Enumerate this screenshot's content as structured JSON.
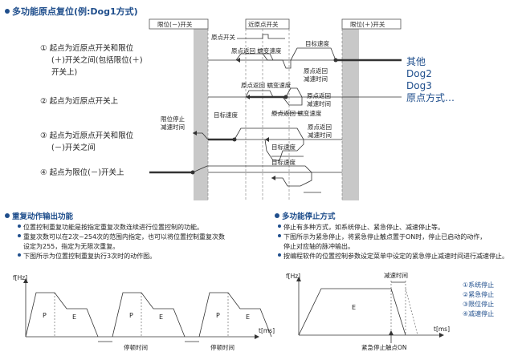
{
  "title": "多功能原点复位(例:Dog1方式)",
  "header_boxes": {
    "left_limit": "限位(－)开关",
    "near_origin": "近原点开关",
    "right_limit": "限位(＋)开关"
  },
  "diagram_labels": {
    "origin_switch": "原点开关",
    "origin_return_creep_1": "原点返回 蠕变速度",
    "target_speed_1": "目标速度",
    "origin_return_decel_1": "原点返回 减速时间",
    "origin_return_creep_2": "原点返回 蠕变速度",
    "origin_return_decel_2": "原点返回 减速时间",
    "limit_stop_decel": "限位停止 减速时间",
    "target_speed_2": "目标速度",
    "origin_return_creep_3": "原点返回 蠕变速度",
    "origin_return_decel_3": "原点返回 减速时间",
    "target_speed_3": "目标速度",
    "target_speed_4": "目标速度"
  },
  "cases": [
    {
      "num": "①",
      "line1": "起点为近原点开关和限位",
      "line2": "(＋)开关之间(包括限位(＋)",
      "line3": "开关上)"
    },
    {
      "num": "②",
      "line1": "起点为近原点开关上"
    },
    {
      "num": "③",
      "line1": "起点为近原点开关和限位",
      "line2": "(－)开关之间"
    },
    {
      "num": "④",
      "line1": "起点为限位(－)开关上"
    }
  ],
  "others": [
    "其他",
    "Dog2",
    "Dog3",
    "原点方式…"
  ],
  "section_repeat": {
    "title": "重复动作输出功能",
    "bullets": [
      "位置控制重复功能是按指定重复次数连续进行位置控制的功能。",
      "重复次数可以在2次~254次的范围内指定，也可以将位置控制重复次数",
      "设定为255，指定为无限次重复。",
      "下图所示为位置控制重复执行3次时的动作图。"
    ],
    "axis_y": "f[Hz]",
    "axis_x": "t[ms]",
    "p_label": "P",
    "e_label": "E",
    "pause_label": "停顿时间"
  },
  "section_stop": {
    "title": "多功能停止方式",
    "bullets": [
      "停止有多种方式，如系统停止、紧急停止、减速停止等。",
      "下图所示为紧急停止，将紧急停止触点置于ON时，停止已启动的动作，",
      "停止对应轴的脉冲输出。",
      "按编程软件的位置控制参数设定菜单中设定的紧急停止减速时间进行减速停止。"
    ],
    "axis_y": "f[Hz]",
    "axis_x": "t[ms]",
    "decel_label": "减速时间",
    "e_label": "E",
    "trigger_label": "紧急停止触点ON",
    "legend": [
      "①系统停止",
      "②紧急停止",
      "③限位停止",
      "④减速停止"
    ]
  },
  "colors": {
    "accent": "#1f4e8c",
    "zone": "#c8c8c8",
    "line": "#333333"
  }
}
